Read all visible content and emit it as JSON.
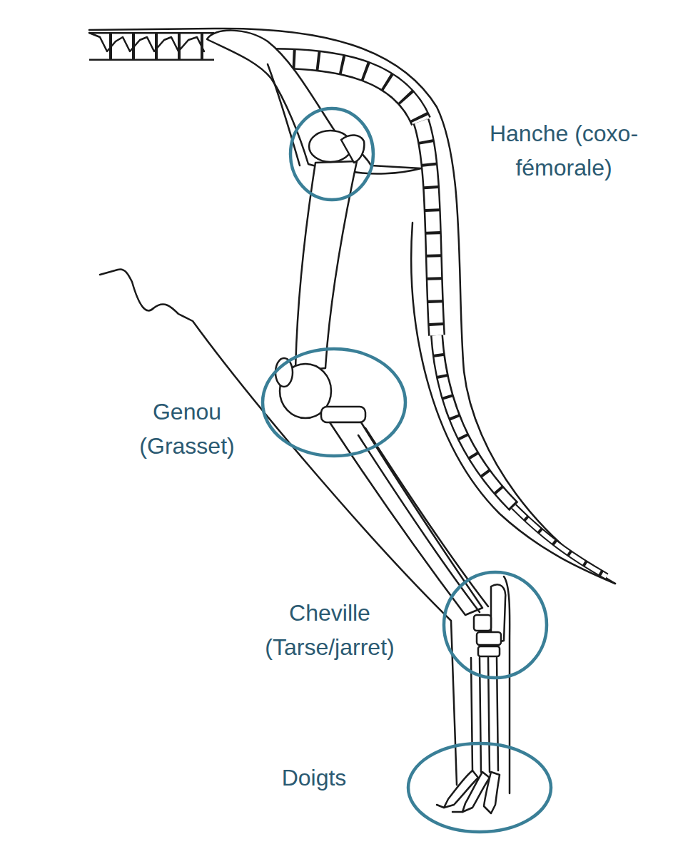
{
  "diagram": {
    "labels": [
      "Hanche (coxo-fémorale)",
      "Genou (Grasset)",
      "Cheville (Tarse/jarret)",
      "Doigts"
    ]
  }
}
